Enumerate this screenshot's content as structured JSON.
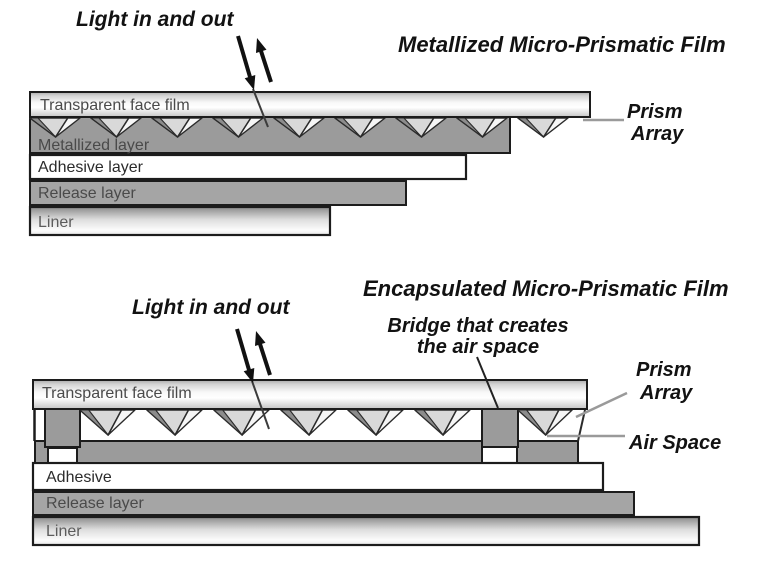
{
  "top_diagram": {
    "title": "Metallized Micro-Prismatic Film",
    "light_label": "Light in and out",
    "prism_array_line1": "Prism",
    "prism_array_line2": "Array",
    "layers": {
      "face_film": "Transparent face film",
      "metallized": "Metallized layer",
      "adhesive": "Adhesive layer",
      "release": "Release layer",
      "liner": "Liner"
    }
  },
  "bottom_diagram": {
    "title": "Encapsulated Micro-Prismatic Film",
    "light_label": "Light in and out",
    "bridge_label_line1": "Bridge that creates",
    "bridge_label_line2": "the air space",
    "prism_array_line1": "Prism",
    "prism_array_line2": "Array",
    "air_space_label": "Air Space",
    "layers": {
      "face_film": "Transparent face film",
      "adhesive": "Adhesive",
      "release": "Release layer",
      "liner": "Liner"
    }
  },
  "colors": {
    "metallized_gray": "#9b9b9b",
    "release_gray": "#a5a5a5",
    "outline_black": "#1c1c1c",
    "pointer_gray": "#9a9a9a",
    "prism_light": "#d9d9d9",
    "prism_highlight": "#f6f6f6",
    "prism_shadow": "#8c8c8c"
  }
}
